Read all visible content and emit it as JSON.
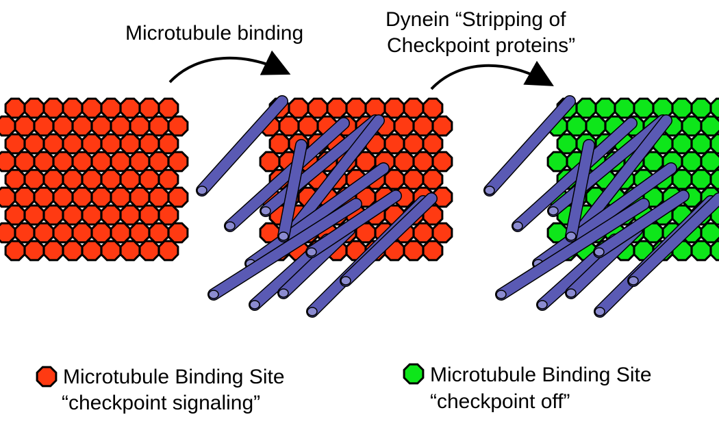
{
  "labels": {
    "step1": "Microtubule binding",
    "step2_line1": "Dynein “Stripping of",
    "step2_line2": "Checkpoint proteins”"
  },
  "legend": [
    {
      "title": "Microtubule Binding Site",
      "subtitle": "“checkpoint signaling”",
      "color": "#ff3a12"
    },
    {
      "title": "Microtubule Binding Site",
      "subtitle": "“checkpoint off”",
      "color": "#0ee61a"
    }
  ],
  "colors": {
    "red_site": "#ff3a12",
    "green_site": "#0ee61a",
    "microtubule": "#5a5ab4",
    "microtubule_end": "#8b8bd0",
    "outline": "#000000"
  }
}
